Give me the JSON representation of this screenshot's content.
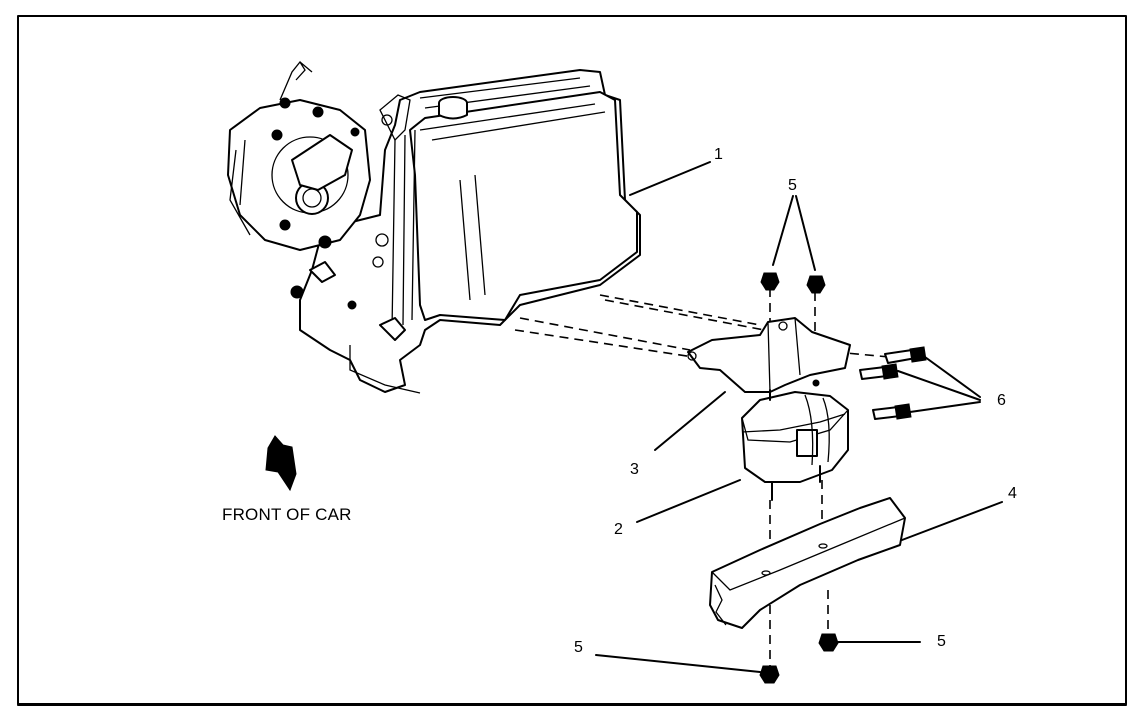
{
  "diagram": {
    "direction_label": "FRONT OF CAR",
    "callouts": {
      "engine": "1",
      "mount": "2",
      "bracket": "3",
      "frame_rail": "4",
      "nuts_top": "5",
      "nut_bottom_left": "5",
      "nut_bottom_right": "5",
      "bolts": "6"
    }
  }
}
